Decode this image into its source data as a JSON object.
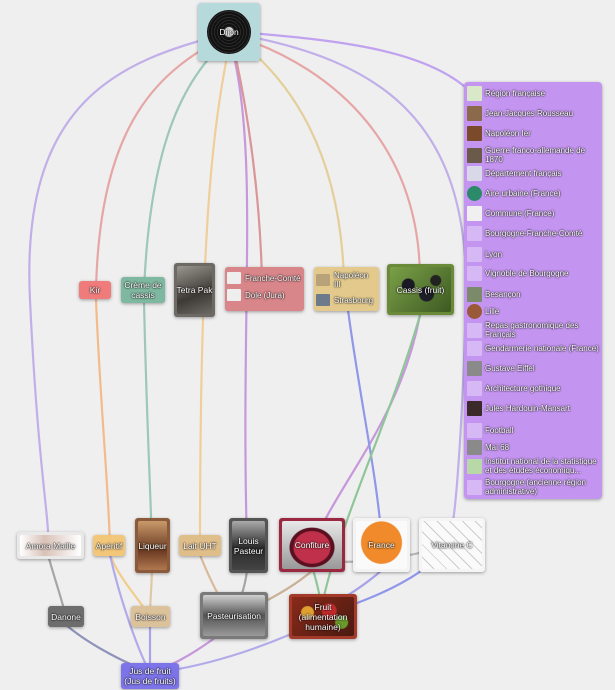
{
  "graph": {
    "center": {
      "label": "Dijon",
      "icon": "vinyl-record-icon"
    },
    "nodes": [
      {
        "id": "kir",
        "label": "Kir",
        "color": "#ef7b7b"
      },
      {
        "id": "creme",
        "label": "Crème de cassis",
        "color": "#7fb8a0"
      },
      {
        "id": "tetrapak",
        "label": "Tetra Pak",
        "color": "#6d6a66"
      },
      {
        "id": "franche",
        "label": "Franche-Comté",
        "color": "#d8868a"
      },
      {
        "id": "dole",
        "label": "Dole (Jura)",
        "color": "#d8868a"
      },
      {
        "id": "napoleon3",
        "label": "Napoléon III",
        "color": "#e3c98c"
      },
      {
        "id": "strasbourg",
        "label": "Strasbourg",
        "color": "#e3c98c"
      },
      {
        "id": "cassis",
        "label": "Cassis (fruit)",
        "color": "#6a8a3a"
      },
      {
        "id": "amora",
        "label": "Amora Maille",
        "color": "#e9e9e9"
      },
      {
        "id": "aperitif",
        "label": "Apéritif",
        "color": "#f3c77a"
      },
      {
        "id": "liqueur",
        "label": "Liqueur",
        "color": "#8a5a3a"
      },
      {
        "id": "laituht",
        "label": "Lait UHT",
        "color": "#e0be8a"
      },
      {
        "id": "pasteur",
        "label": "Louis Pasteur",
        "color": "#555"
      },
      {
        "id": "confiture",
        "label": "Confiture",
        "color": "#9a2840"
      },
      {
        "id": "france",
        "label": "France",
        "color": "#f3f3f3"
      },
      {
        "id": "vitamine",
        "label": "Vitamine C",
        "color": "#f5f5f5"
      },
      {
        "id": "danone",
        "label": "Danone",
        "color": "#6d6d6d"
      },
      {
        "id": "boisson",
        "label": "Boisson",
        "color": "#dcc29a"
      },
      {
        "id": "pasteurisation",
        "label": "Pasteurisation",
        "color": "#7a7a7a"
      },
      {
        "id": "fruit",
        "label": "Fruit (alimentation humaine)",
        "color": "#a33a2a"
      },
      {
        "id": "jus",
        "label": "Jus de fruit (Jus de fruits)",
        "color": "#7c74e8"
      }
    ],
    "panel": {
      "color": "#c495f0",
      "items": [
        "Région française",
        "Jean-Jacques Rousseau",
        "Napoléon Ier",
        "Guerre franco-allemande de 1870",
        "Département français",
        "Aire urbaine (France)",
        "Commune (France)",
        "Bourgogne-Franche-Comté",
        "Lyon",
        "Vignoble de Bourgogne",
        "Besançon",
        "Lille",
        "Repas gastronomique des Français",
        "Gendarmerie nationale (France)",
        "Gustave Eiffel",
        "Architecture gothique",
        "Jules Hardouin-Mansart",
        "Football",
        "Mai 68",
        "Institut national de la statistique et des études économiqu...",
        "Bourgogne (ancienne région administrative)"
      ]
    }
  }
}
